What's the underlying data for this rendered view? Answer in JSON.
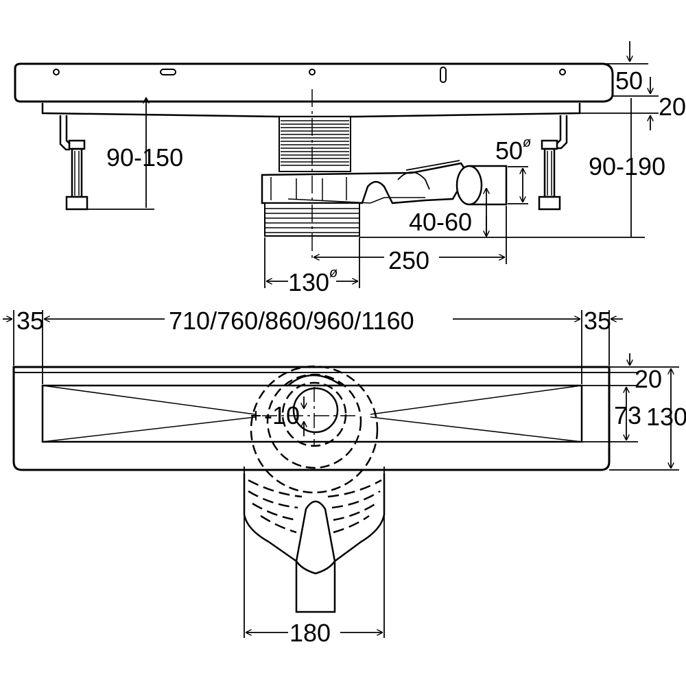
{
  "side_view": {
    "top_height": "50",
    "frame_height": "20",
    "foot_height": "90-150",
    "total_height": "90-190",
    "outlet_diameter": "50",
    "outlet_height": "40-60",
    "outlet_offset": "250",
    "body_diameter": "130",
    "diameter_symbol": "ø"
  },
  "top_view": {
    "edge_left": "35",
    "edge_right": "35",
    "lengths": "710/760/860/960/1160",
    "rim_width": "20",
    "channel_width": "73",
    "total_width": "130",
    "offset": "-10",
    "outlet_width": "180"
  }
}
